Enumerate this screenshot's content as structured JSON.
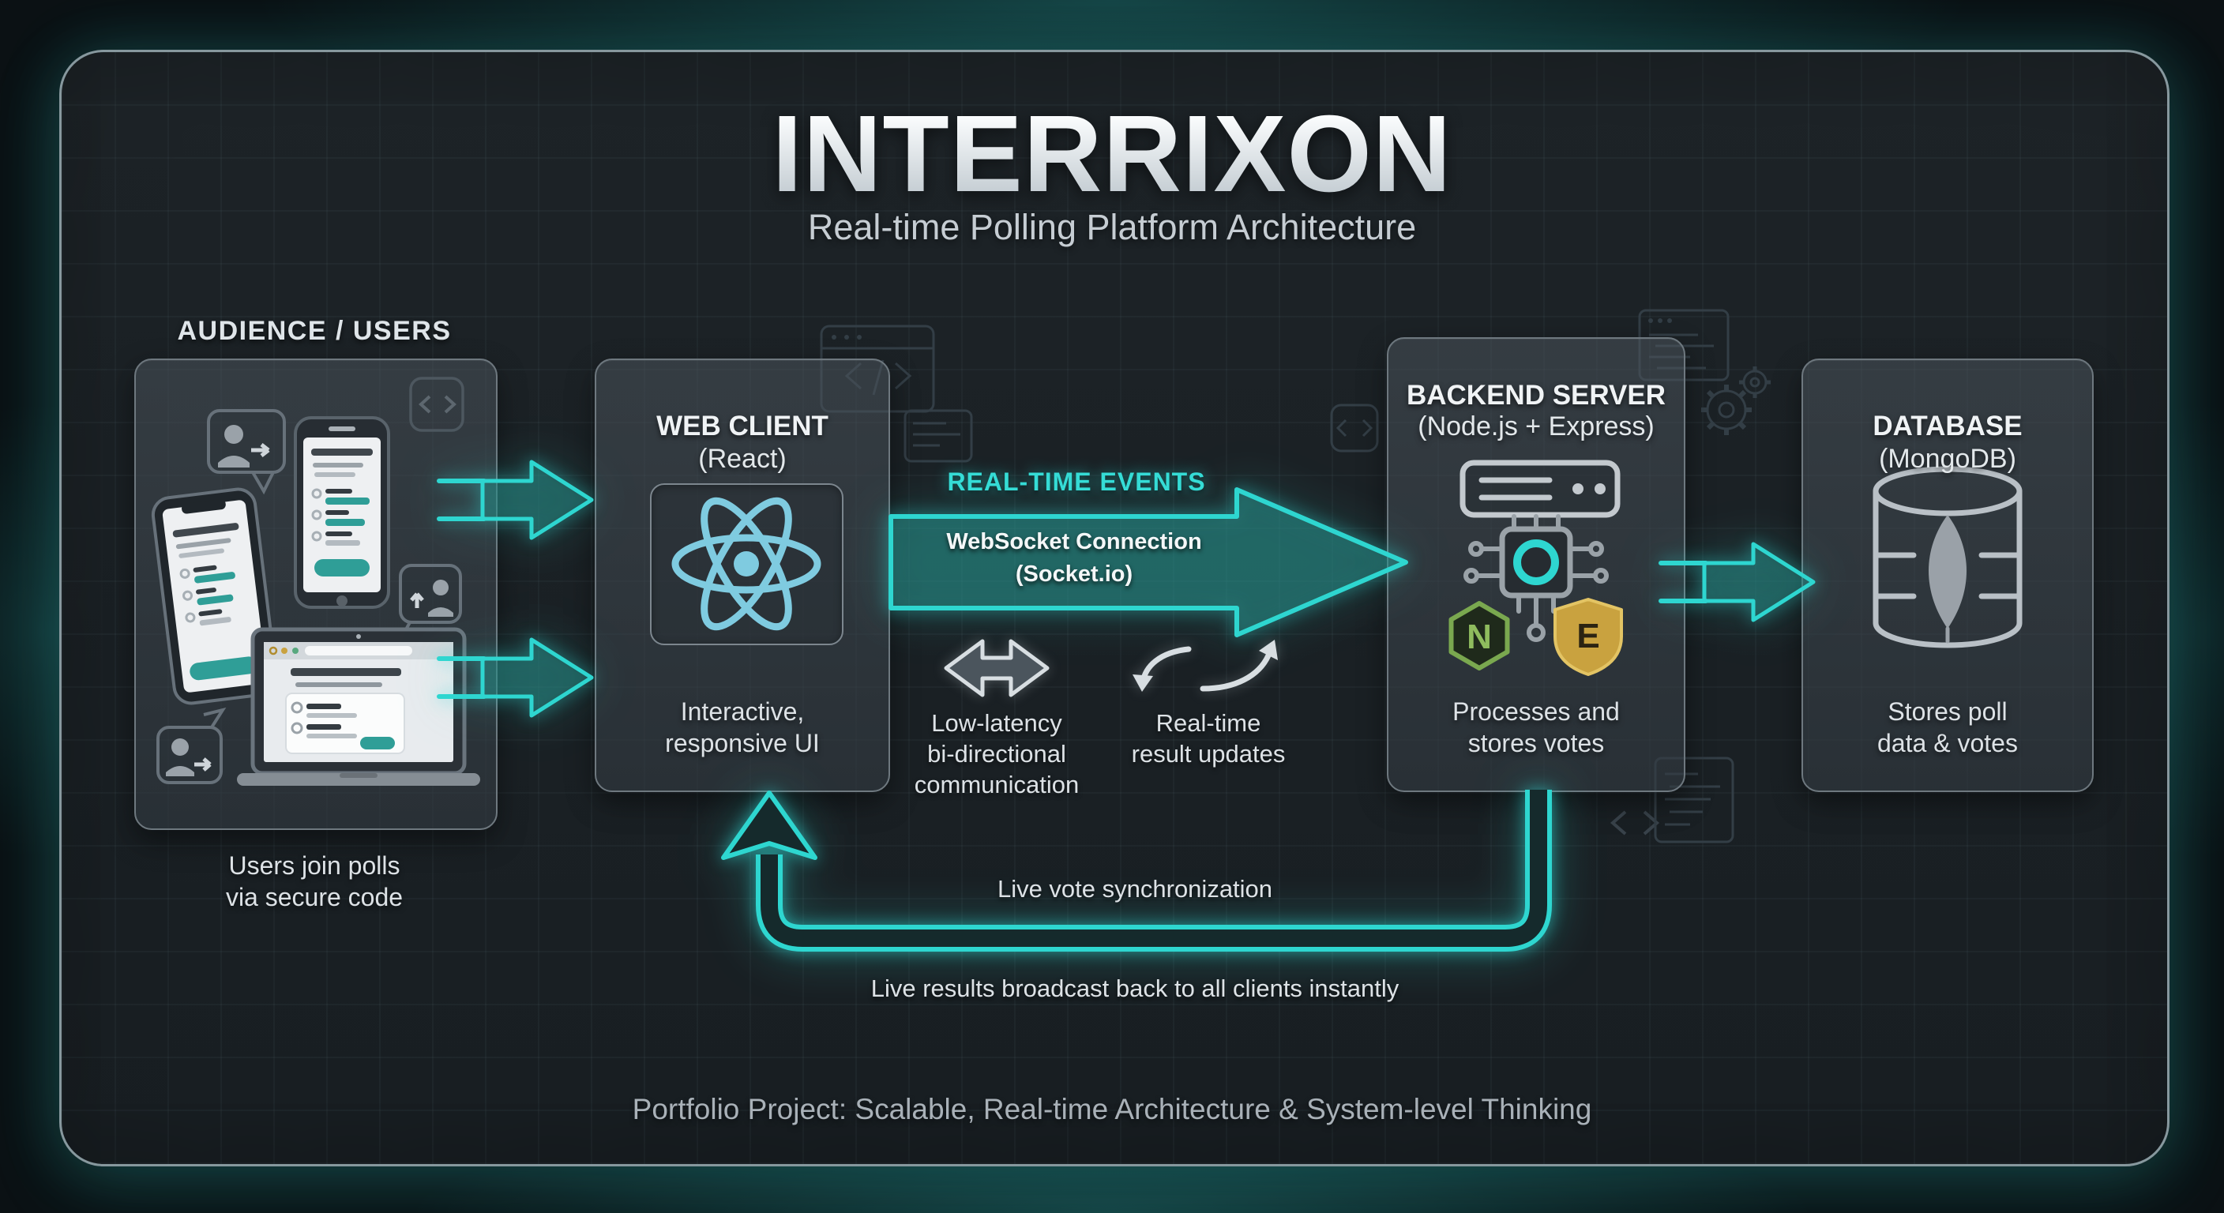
{
  "colors": {
    "accent_teal": "#2ed6d0",
    "react_blue": "#7fcbe0",
    "node_green": "#85b457",
    "express_gold": "#c9a23f"
  },
  "header": {
    "title": "INTERRIXON",
    "subtitle": "Real-time Polling Platform Architecture"
  },
  "audience": {
    "label": "AUDIENCE / USERS",
    "caption": "Users join polls\nvia secure code"
  },
  "web_client": {
    "title": "WEB CLIENT",
    "subtitle": "(React)",
    "caption": "Interactive,\nresponsive UI"
  },
  "realtime": {
    "label": "REAL-TIME EVENTS",
    "arrow_text": "WebSocket Connection\n(Socket.io)",
    "low_latency": "Low-latency\nbi-directional\ncommunication",
    "result_updates": "Real-time\nresult updates"
  },
  "backend": {
    "title": "BACKEND SERVER",
    "subtitle": "(Node.js + Express)",
    "caption": "Processes and\nstores votes",
    "node_badge": "N",
    "express_badge": "E"
  },
  "database": {
    "title": "DATABASE",
    "subtitle": "(MongoDB)",
    "caption": "Stores poll\ndata & votes"
  },
  "loop": {
    "sync": "Live vote synchronization",
    "broadcast": "Live results broadcast back to all clients instantly"
  },
  "footer": "Portfolio Project: Scalable, Real-time Architecture & System-level Thinking"
}
